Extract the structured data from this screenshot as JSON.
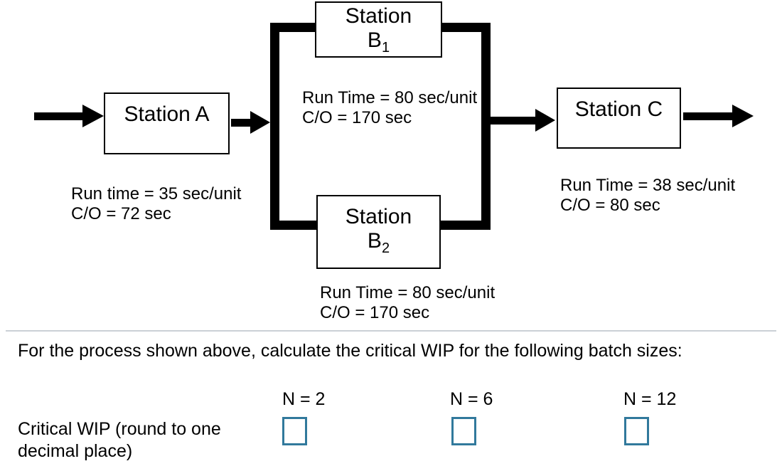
{
  "diagram": {
    "stations": {
      "a": {
        "label": "Station A",
        "note_line1": "Run time = 35 sec/unit",
        "note_line2": "C/O = 72 sec"
      },
      "b1": {
        "name_line1": "Station",
        "name_base": "B",
        "name_sub": "1",
        "note_line1": "Run Time = 80 sec/unit",
        "note_line2": "C/O = 170 sec"
      },
      "b2": {
        "name_line1": "Station",
        "name_base": "B",
        "name_sub": "2",
        "note_line1": "Run Time = 80 sec/unit",
        "note_line2": "C/O = 170 sec"
      },
      "c": {
        "label": "Station C",
        "note_line1": "Run Time = 38 sec/unit",
        "note_line2": "C/O = 80 sec"
      }
    }
  },
  "question": {
    "prompt": "For the process shown above, calculate the critical WIP for the following batch sizes:",
    "row_label_line1": "Critical WIP (round to one",
    "row_label_line2": "decimal place)",
    "columns": [
      {
        "label": "N = 2",
        "value": ""
      },
      {
        "label": "N = 6",
        "value": ""
      },
      {
        "label": "N = 12",
        "value": ""
      }
    ]
  },
  "colors": {
    "line": "#000000",
    "divider": "#cbd0d6",
    "answer_box_border": "#31799c"
  }
}
